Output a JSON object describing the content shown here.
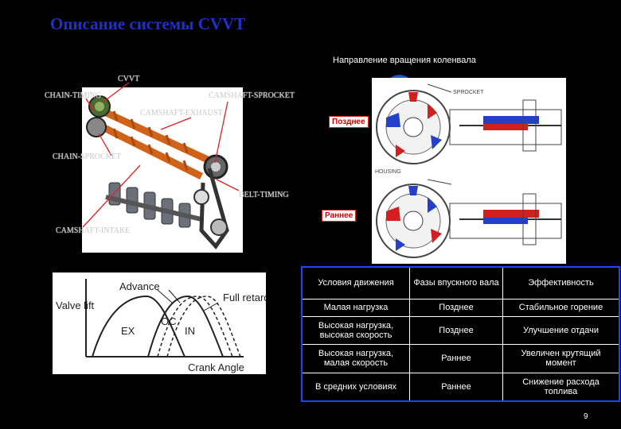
{
  "title": "Описание системы CVVT",
  "rotation_label": "Направление вращения коленвала",
  "labels": {
    "cvvt": "CVVT",
    "chain_timing": "CHAIN-TIMING",
    "camshaft_sprocket": "CAMSHAFT-SPROCKET",
    "camshaft_exhaust": "CAMSHAFT-EXHAUST",
    "chain_sprocket": "CHAIN-SPROCKET",
    "belt_timing": "BELT-TIMING",
    "camshaft_intake": "CAMSHAFT-INTAKE"
  },
  "badges": {
    "late": "Позднее",
    "early": "Раннее"
  },
  "cvvt_labels": {
    "sprocket": "SPROCKET",
    "housing": "HOUSING"
  },
  "valve_chart": {
    "advance": "Advance",
    "full_retard": "Full retard",
    "valve_lift": "Valve lift",
    "ex": "EX",
    "oc": "OC",
    "in": "IN",
    "crank_angle": "Crank Angle"
  },
  "table": {
    "headers": [
      "Условия движения",
      "Фазы впускного вала",
      "Эффективность"
    ],
    "rows": [
      [
        "Малая нагрузка",
        "Позднее",
        "Стабильное горение"
      ],
      [
        "Высокая нагрузка, высокая скорость",
        "Позднее",
        "Улучшение отдачи"
      ],
      [
        "Высокая нагрузка, малая скорость",
        "Раннее",
        "Увеличен крутящий момент"
      ],
      [
        "В средних условиях",
        "Раннее",
        "Снижение расхода топлива"
      ]
    ]
  },
  "page_number": "9",
  "colors": {
    "title": "#1f2fd0",
    "table_border": "#1e44ff",
    "badge_border": "#e02020",
    "arrow_blue": "#2a4fd8"
  }
}
